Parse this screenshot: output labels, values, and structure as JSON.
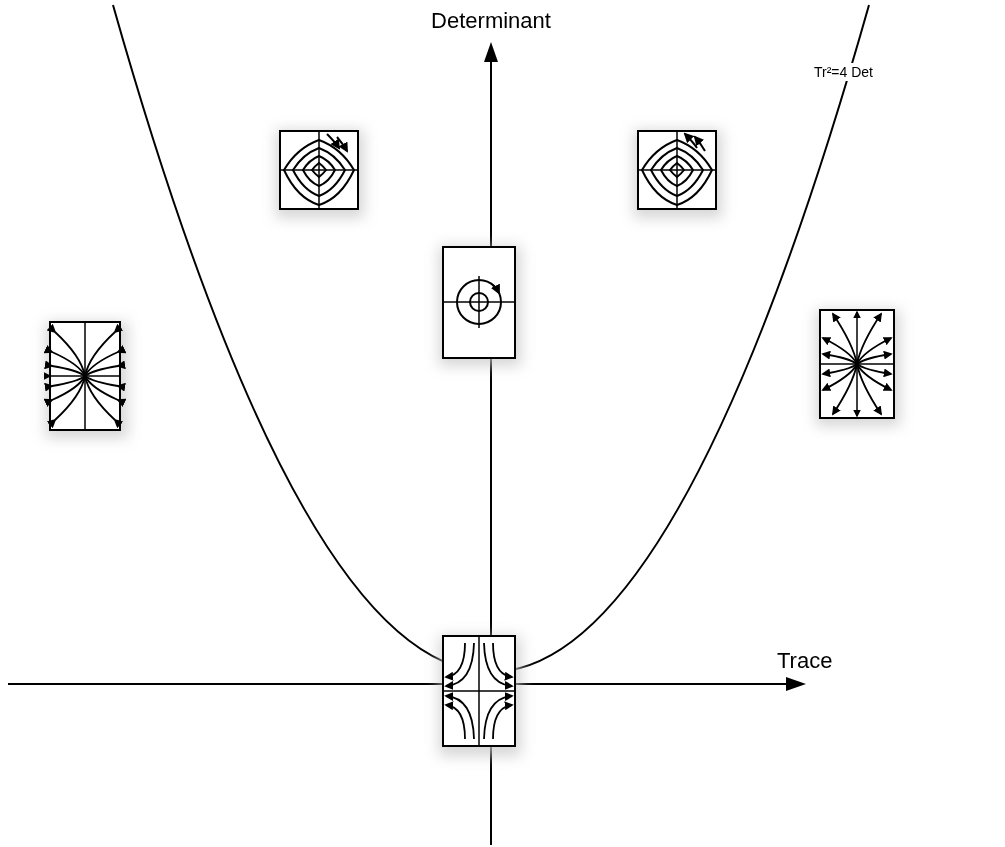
{
  "diagram": {
    "labels": [
      "Determinant",
      "Trace",
      "Tr²=4 Det"
    ]
  }
}
